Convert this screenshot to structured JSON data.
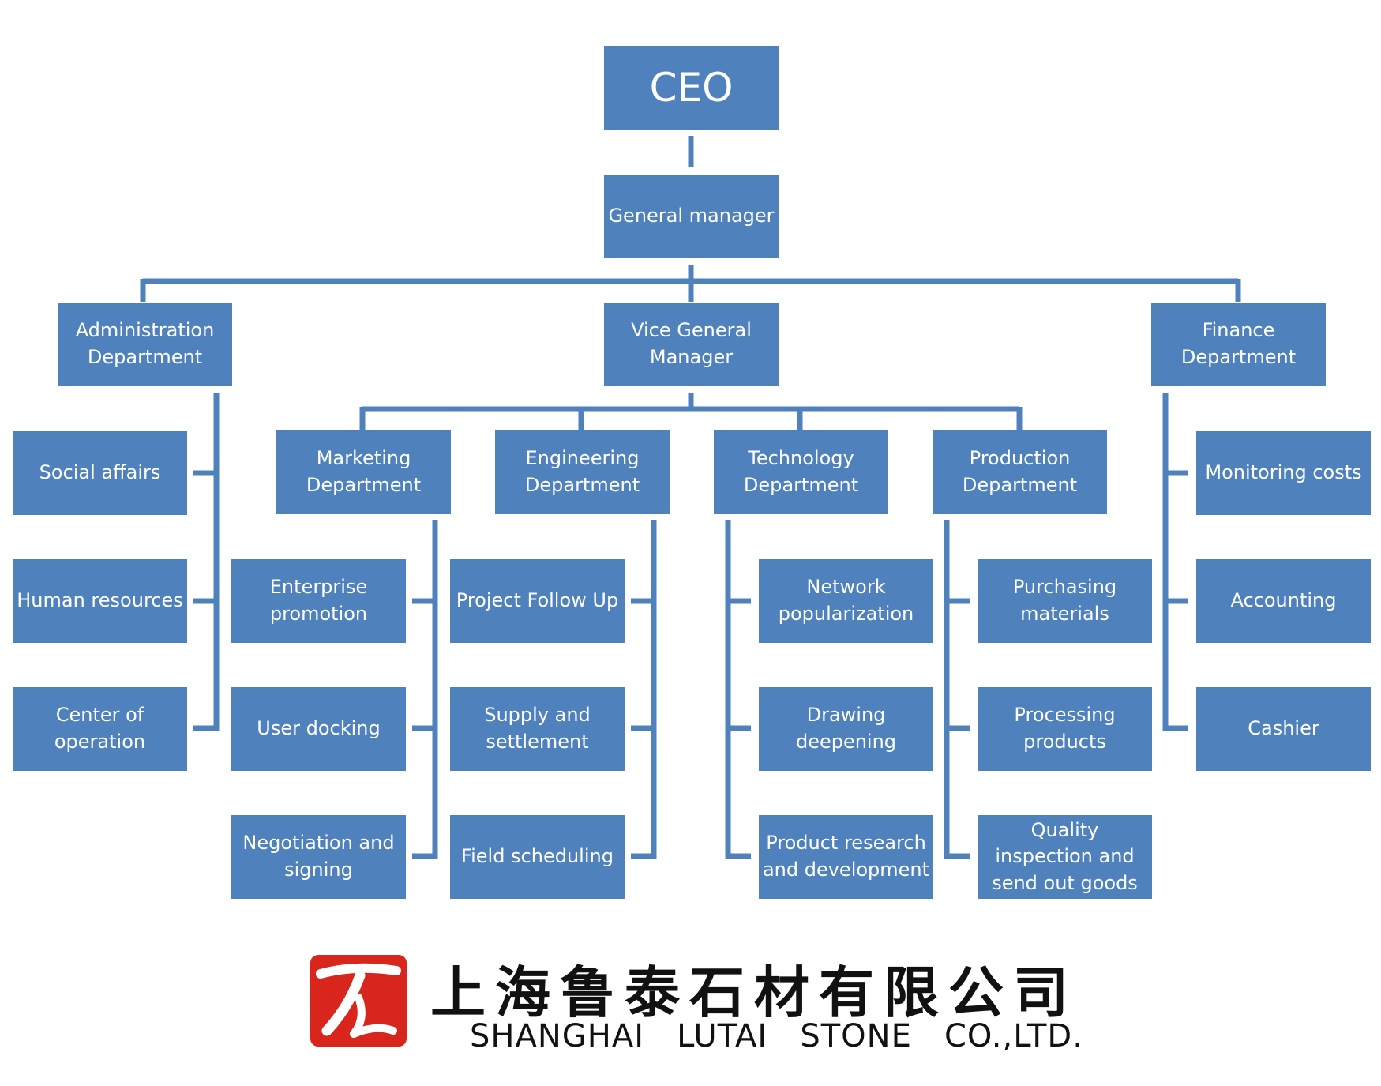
{
  "chart": {
    "ceo": "CEO",
    "general_manager": "General manager",
    "administration": {
      "title": "Administration Department",
      "items": [
        "Social affairs",
        "Human resources",
        "Center of operation"
      ]
    },
    "vice_gm": "Vice General Manager",
    "finance": {
      "title": "Finance Department",
      "items": [
        "Monitoring costs",
        "Accounting",
        "Cashier"
      ]
    },
    "marketing": {
      "title": "Marketing Department",
      "items": [
        "Enterprise promotion",
        "User docking",
        "Negotiation and signing"
      ]
    },
    "engineering": {
      "title": "Engineering Department",
      "items": [
        "Project Follow Up",
        "Supply and settlement",
        "Field scheduling"
      ]
    },
    "technology": {
      "title": "Technology Department",
      "items": [
        "Network popularization",
        "Drawing deepening",
        "Product research and development"
      ]
    },
    "production": {
      "title": "Production Department",
      "items": [
        "Purchasing materials",
        "Processing products",
        "Quality inspection and send out goods"
      ]
    }
  },
  "footer": {
    "company_cn": "上海鲁泰石材有限公司",
    "company_en": "SHANGHAI   LUTAI   STONE   CO.,LTD."
  },
  "colors": {
    "box": "#4f81bd",
    "connector": "#4f81bd",
    "seal_red": "#d9261c",
    "text": "#ffffff"
  }
}
